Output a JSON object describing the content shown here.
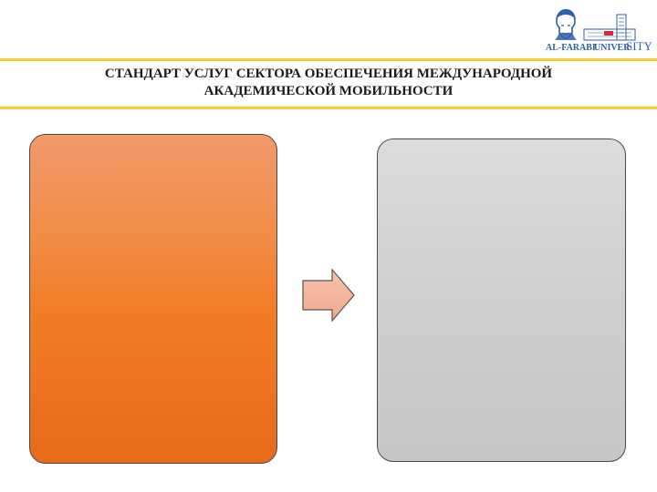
{
  "header": {
    "title_line1": "СТАНДАРТ УСЛУГ СЕКТОРА ОБЕСПЕЧЕНИЯ МЕЖДУНАРОДНОЙ",
    "title_line2": "АКАДЕМИЧЕСКОЙ МОБИЛЬНОСТИ",
    "rule_color": "#f3cf34"
  },
  "logo": {
    "text_left": "AL-FARABI",
    "text_middle": "UNIVER",
    "text_right": "SITY",
    "brand_color": "#2f5fa8"
  },
  "diagram": {
    "left_box_color": "#f17c26",
    "right_box_color": "#d0d0d0",
    "arrow_color": "#f4b199",
    "arrow_direction": "right"
  }
}
